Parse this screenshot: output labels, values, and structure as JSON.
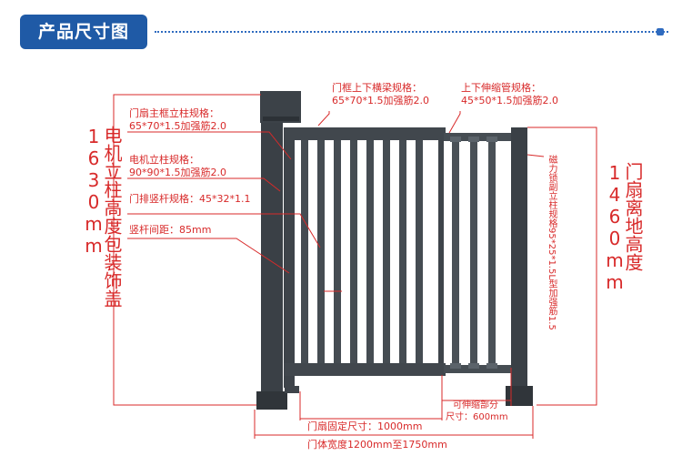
{
  "header": {
    "title": "产品尺寸图"
  },
  "annotations": {
    "main_frame_post_title": "门扇主框立柱规格：",
    "main_frame_post_spec": "65*70*1.5加强筋2.0",
    "motor_post_title": "电机立柱规格：",
    "motor_post_spec": "90*90*1.5加强筋2.0",
    "picket_spec": "门排竖杆规格：45*32*1.1",
    "picket_spacing": "竖杆间距：85mm",
    "beam_title": "门框上下横梁规格：",
    "beam_spec": "65*70*1.5加强筋2.0",
    "telescopic_title": "上下伸缩管规格：",
    "telescopic_spec": "45*50*1.5加强筋2.0",
    "magnetic_post_spec": "磁力锁副立柱规格95*25*1.5L型加强筋1.5",
    "motor_post_height": "电机立柱高度包装饰盖1630mm",
    "leaf_height": "门扇离地高度1460mm",
    "telescopic_part_line1": "可伸缩部分",
    "telescopic_part_line2": "尺寸：600mm",
    "fixed_width": "门扇固定尺寸：1000mm",
    "total_width": "门体宽度1200mm至1750mm"
  },
  "colors": {
    "badge": "#1f5aa6",
    "accent_line": "#2f6bbf",
    "annotation": "#d82a2a",
    "gate": "#3a4046"
  }
}
